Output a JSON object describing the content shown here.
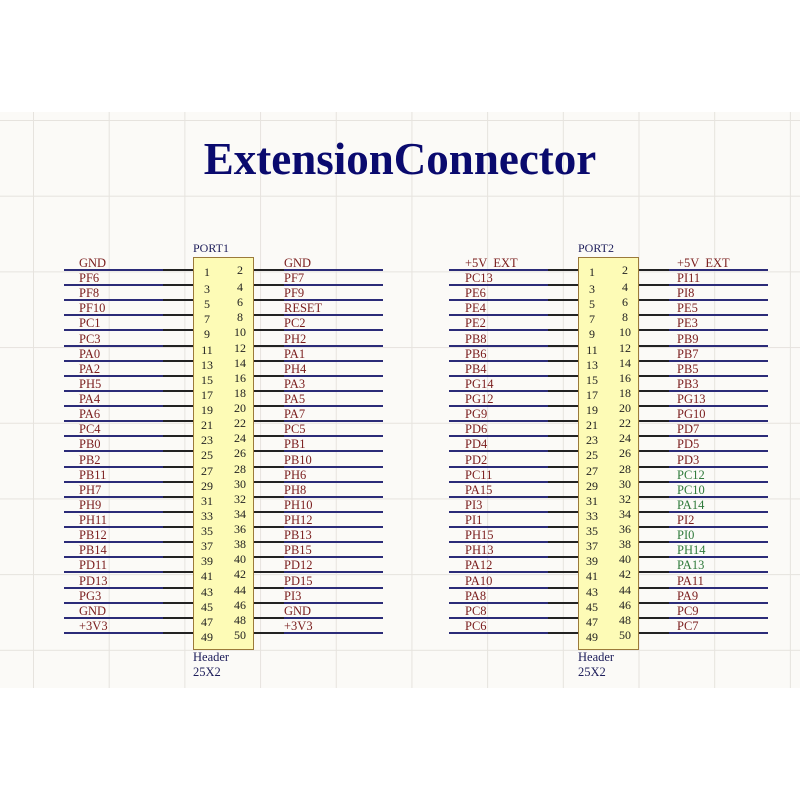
{
  "title": "ExtensionConnector",
  "colors": {
    "title": "#0a0a6e",
    "wire": "#2b2b78",
    "net_label": "#7a1d1d",
    "net_label_highlight": "#2f7a3b",
    "box_fill": "#fdfbb6",
    "box_border": "#9b7a3a"
  },
  "ports": [
    {
      "designator": "PORT1",
      "comment": "Header 25X2",
      "pins": [
        {
          "odd": "1",
          "even": "2",
          "left": "GND",
          "right": "GND"
        },
        {
          "odd": "3",
          "even": "4",
          "left": "PF6",
          "right": "PF7"
        },
        {
          "odd": "5",
          "even": "6",
          "left": "PF8",
          "right": "PF9"
        },
        {
          "odd": "7",
          "even": "8",
          "left": "PF10",
          "right": "RESET"
        },
        {
          "odd": "9",
          "even": "10",
          "left": "PC1",
          "right": "PC2"
        },
        {
          "odd": "11",
          "even": "12",
          "left": "PC3",
          "right": "PH2"
        },
        {
          "odd": "13",
          "even": "14",
          "left": "PA0",
          "right": "PA1"
        },
        {
          "odd": "15",
          "even": "16",
          "left": "PA2",
          "right": "PH4"
        },
        {
          "odd": "17",
          "even": "18",
          "left": "PH5",
          "right": "PA3"
        },
        {
          "odd": "19",
          "even": "20",
          "left": "PA4",
          "right": "PA5"
        },
        {
          "odd": "21",
          "even": "22",
          "left": "PA6",
          "right": "PA7"
        },
        {
          "odd": "23",
          "even": "24",
          "left": "PC4",
          "right": "PC5"
        },
        {
          "odd": "25",
          "even": "26",
          "left": "PB0",
          "right": "PB1"
        },
        {
          "odd": "27",
          "even": "28",
          "left": "PB2",
          "right": "PB10"
        },
        {
          "odd": "29",
          "even": "30",
          "left": "PB11",
          "right": "PH6"
        },
        {
          "odd": "31",
          "even": "32",
          "left": "PH7",
          "right": "PH8"
        },
        {
          "odd": "33",
          "even": "34",
          "left": "PH9",
          "right": "PH10"
        },
        {
          "odd": "35",
          "even": "36",
          "left": "PH11",
          "right": "PH12"
        },
        {
          "odd": "37",
          "even": "38",
          "left": "PB12",
          "right": "PB13"
        },
        {
          "odd": "39",
          "even": "40",
          "left": "PB14",
          "right": "PB15"
        },
        {
          "odd": "41",
          "even": "42",
          "left": "PD11",
          "right": "PD12"
        },
        {
          "odd": "43",
          "even": "44",
          "left": "PD13",
          "right": "PD15"
        },
        {
          "odd": "45",
          "even": "46",
          "left": "PG3",
          "right": "PI3"
        },
        {
          "odd": "47",
          "even": "48",
          "left": "GND",
          "right": "GND"
        },
        {
          "odd": "49",
          "even": "50",
          "left": "+3V3",
          "right": "+3V3"
        }
      ],
      "green_right": []
    },
    {
      "designator": "PORT2",
      "comment": "Header 25X2",
      "pins": [
        {
          "odd": "1",
          "even": "2",
          "left": "+5V  EXT",
          "right": "+5V  EXT"
        },
        {
          "odd": "3",
          "even": "4",
          "left": "PC13",
          "right": "PI11"
        },
        {
          "odd": "5",
          "even": "6",
          "left": "PE6",
          "right": "PI8"
        },
        {
          "odd": "7",
          "even": "8",
          "left": "PE4",
          "right": "PE5"
        },
        {
          "odd": "9",
          "even": "10",
          "left": "PE2",
          "right": "PE3"
        },
        {
          "odd": "11",
          "even": "12",
          "left": "PB8",
          "right": "PB9"
        },
        {
          "odd": "13",
          "even": "14",
          "left": "PB6",
          "right": "PB7"
        },
        {
          "odd": "15",
          "even": "16",
          "left": "PB4",
          "right": "PB5"
        },
        {
          "odd": "17",
          "even": "18",
          "left": "PG14",
          "right": "PB3"
        },
        {
          "odd": "19",
          "even": "20",
          "left": "PG12",
          "right": "PG13"
        },
        {
          "odd": "21",
          "even": "22",
          "left": "PG9",
          "right": "PG10"
        },
        {
          "odd": "23",
          "even": "24",
          "left": "PD6",
          "right": "PD7"
        },
        {
          "odd": "25",
          "even": "26",
          "left": "PD4",
          "right": "PD5"
        },
        {
          "odd": "27",
          "even": "28",
          "left": "PD2",
          "right": "PD3"
        },
        {
          "odd": "29",
          "even": "30",
          "left": "PC11",
          "right": "PC12"
        },
        {
          "odd": "31",
          "even": "32",
          "left": "PA15",
          "right": "PC10"
        },
        {
          "odd": "33",
          "even": "34",
          "left": "PI3",
          "right": "PA14"
        },
        {
          "odd": "35",
          "even": "36",
          "left": "PI1",
          "right": "PI2"
        },
        {
          "odd": "37",
          "even": "38",
          "left": "PH15",
          "right": "PI0"
        },
        {
          "odd": "39",
          "even": "40",
          "left": "PH13",
          "right": "PH14"
        },
        {
          "odd": "41",
          "even": "42",
          "left": "PA12",
          "right": "PA13"
        },
        {
          "odd": "43",
          "even": "44",
          "left": "PA10",
          "right": "PA11"
        },
        {
          "odd": "45",
          "even": "46",
          "left": "PA8",
          "right": "PA9"
        },
        {
          "odd": "47",
          "even": "48",
          "left": "PC8",
          "right": "PC9"
        },
        {
          "odd": "49",
          "even": "50",
          "left": "PC6",
          "right": "PC7"
        }
      ],
      "green_right": [
        14,
        15,
        16,
        18,
        19,
        20
      ]
    }
  ]
}
